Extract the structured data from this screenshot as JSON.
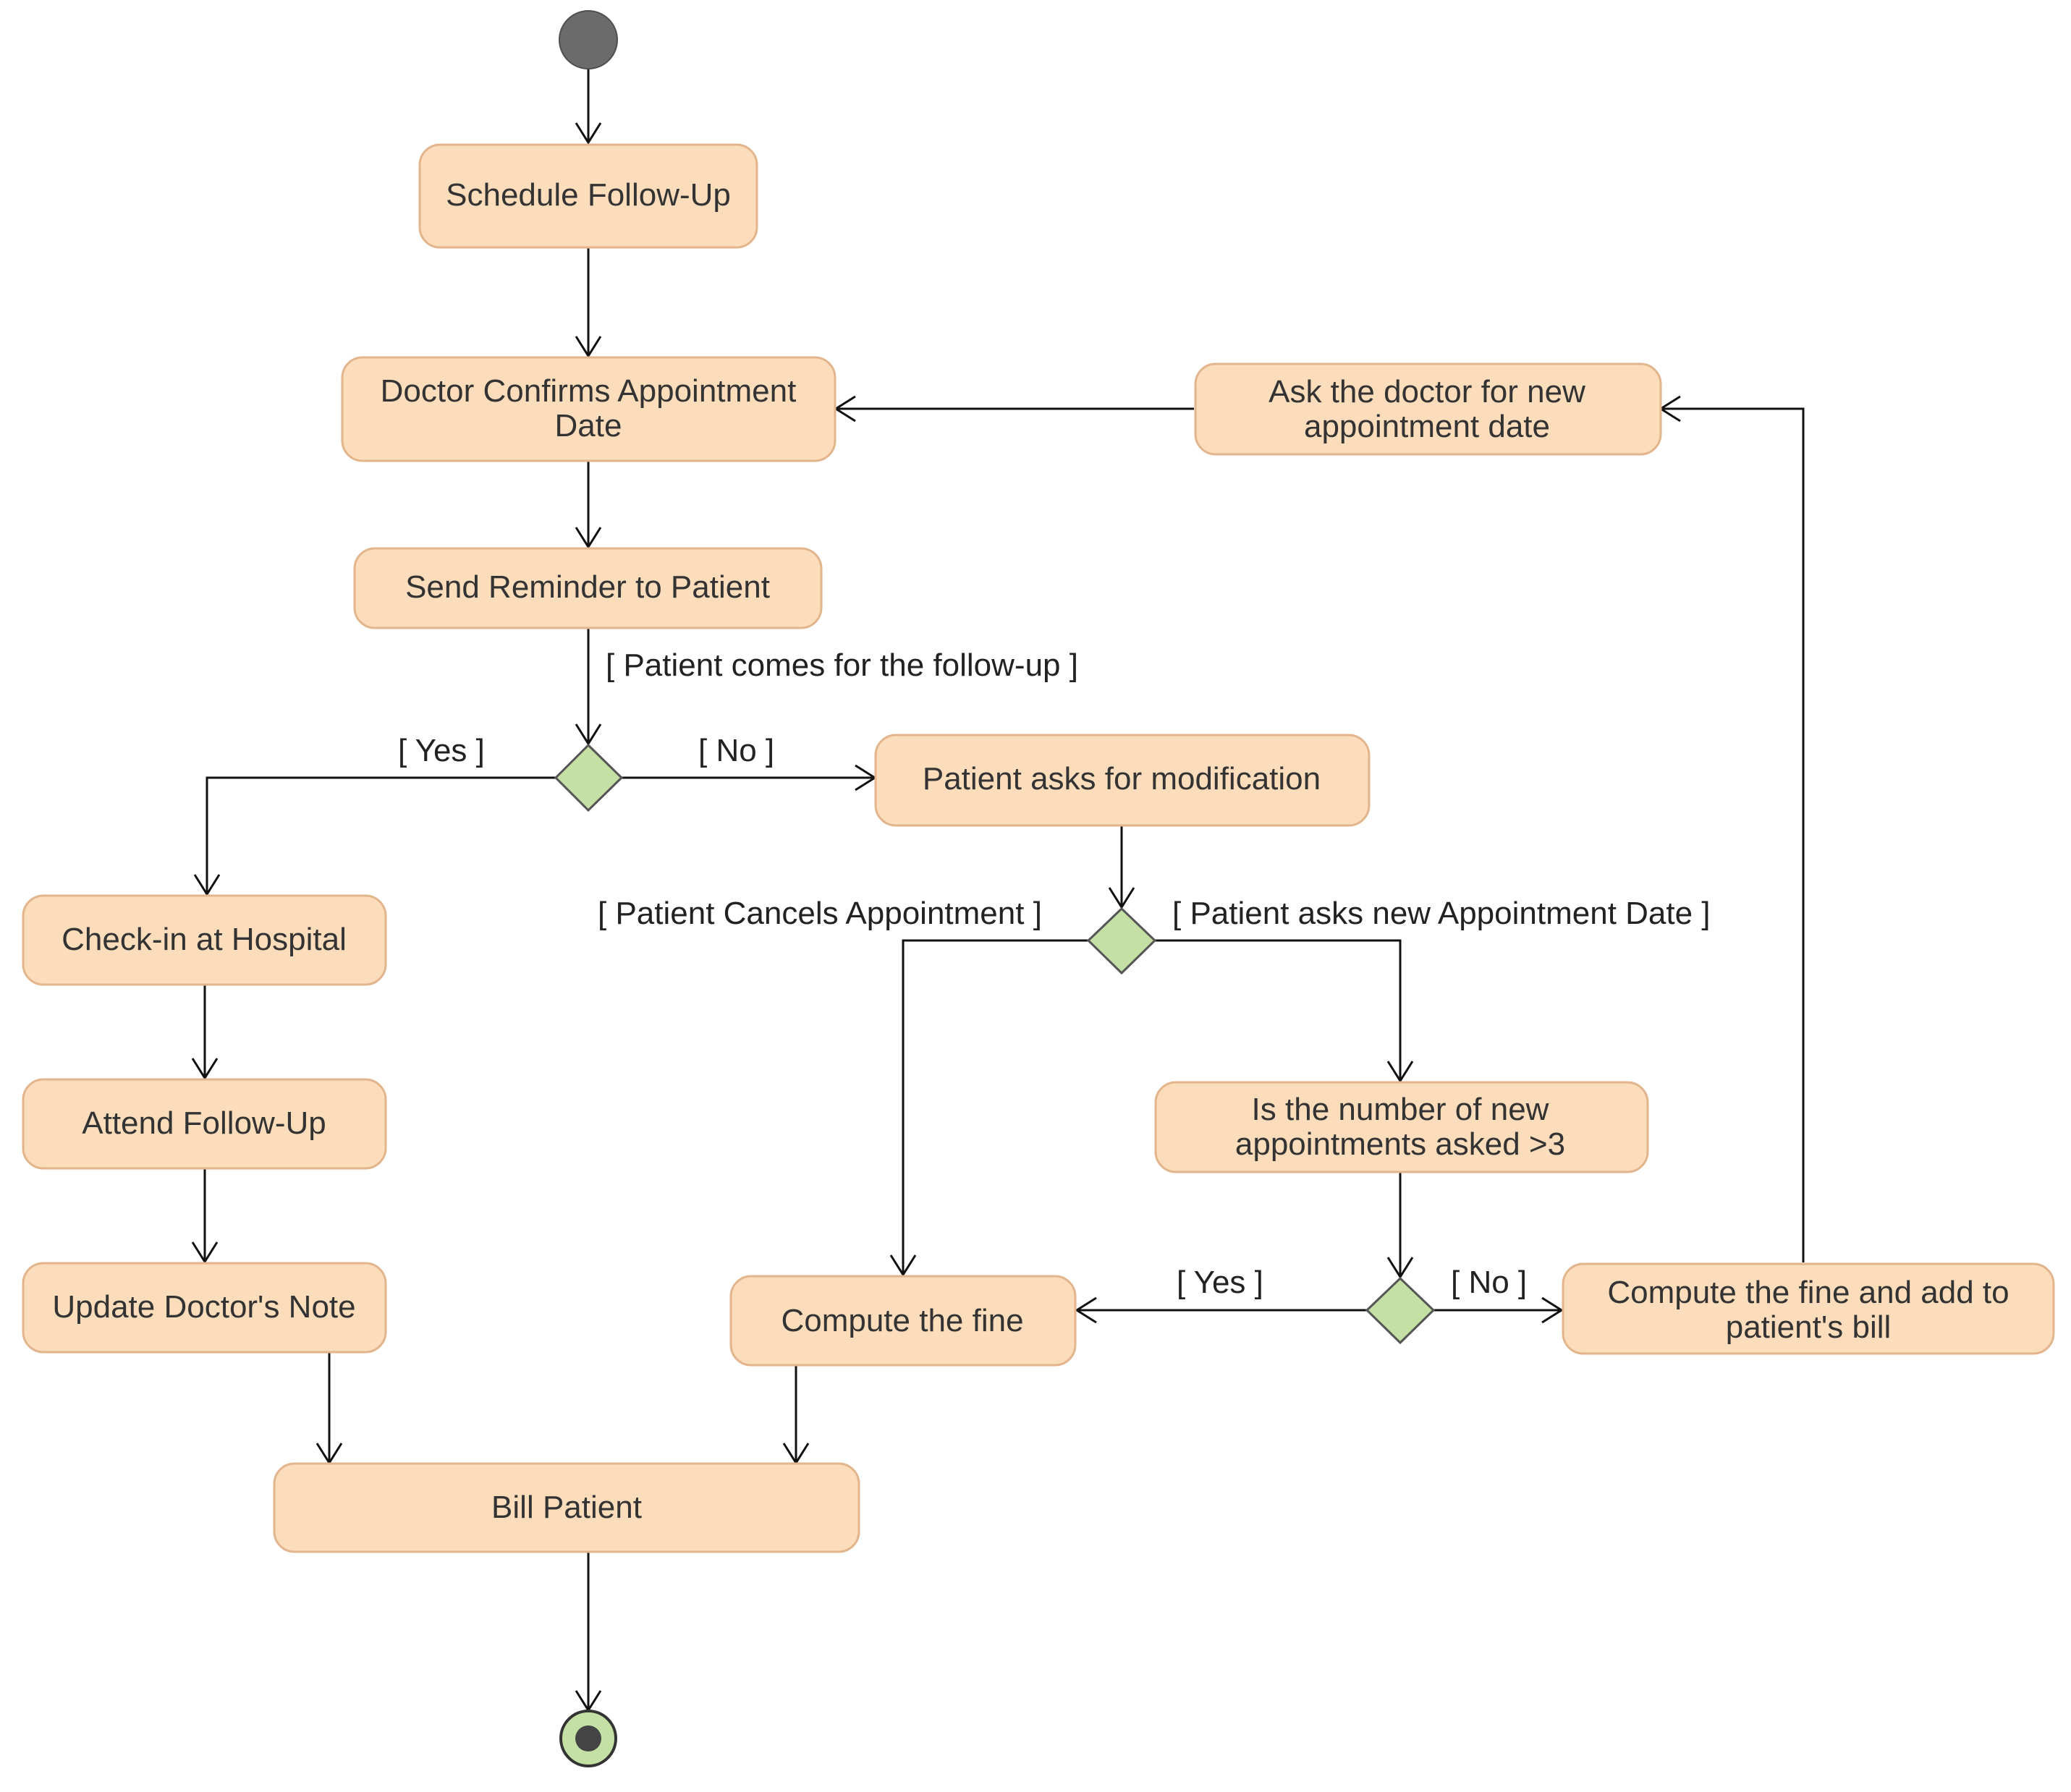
{
  "nodes": {
    "schedule_follow_up": {
      "lines": [
        "Schedule Follow-Up"
      ]
    },
    "doctor_confirms": {
      "lines": [
        "Doctor Confirms Appointment",
        "Date"
      ]
    },
    "send_reminder": {
      "lines": [
        "Send Reminder to Patient"
      ]
    },
    "patient_asks_modification": {
      "lines": [
        "Patient asks for modification"
      ]
    },
    "ask_doctor_new_date": {
      "lines": [
        "Ask the doctor for new",
        "appointment date"
      ]
    },
    "check_in": {
      "lines": [
        "Check-in at Hospital"
      ]
    },
    "attend_follow_up": {
      "lines": [
        "Attend Follow-Up"
      ]
    },
    "update_note": {
      "lines": [
        "Update Doctor's Note"
      ]
    },
    "number_asked": {
      "lines": [
        "Is the number of new",
        "appointments asked >3"
      ]
    },
    "compute_fine": {
      "lines": [
        "Compute the fine"
      ]
    },
    "compute_fine_add": {
      "lines": [
        "Compute the fine and add to",
        "patient's bill"
      ]
    },
    "bill_patient": {
      "lines": [
        "Bill Patient"
      ]
    }
  },
  "guards": {
    "patient_comes": "[ Patient comes for the follow-up ]",
    "yes_1": "[ Yes ]",
    "no_1": "[ No ]",
    "cancels": "[ Patient Cancels Appointment ]",
    "asks_new_date": "[ Patient asks new Appointment Date ]",
    "yes_2": "[ Yes ]",
    "no_2": "[ No ]"
  },
  "colors": {
    "action_fill": "#fbdcbb",
    "action_border": "#e2b58c",
    "decision_fill": "#c5e0a5",
    "start_node": "#6b6b6b",
    "final_ring": "#c5e0a5",
    "final_dot": "#444444"
  }
}
